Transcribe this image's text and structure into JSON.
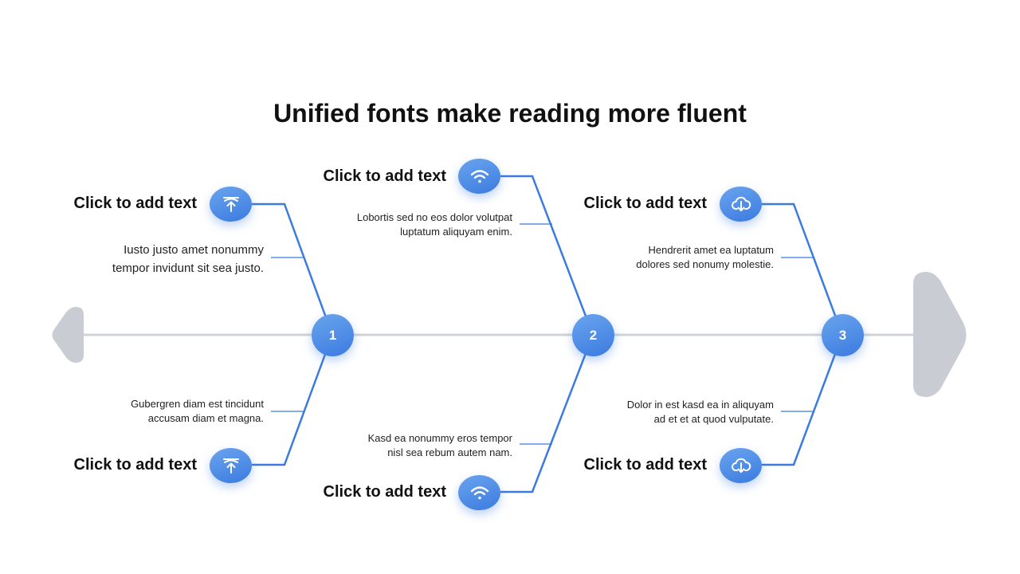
{
  "title": "Unified fonts make reading more fluent",
  "colors": {
    "accent": "#3b7be0",
    "spine": "#d0d4da",
    "arrow": "#c9cdd3",
    "text": "#111111"
  },
  "nodes": [
    {
      "label": "1"
    },
    {
      "label": "2"
    },
    {
      "label": "3"
    }
  ],
  "branches": {
    "top1": {
      "heading": "Click to add text",
      "icon": "upload-icon",
      "lines": [
        "Iusto justo amet nonummy",
        "tempor invidunt sit sea justo."
      ]
    },
    "bottom1": {
      "heading": "Click to add text",
      "icon": "upload-icon",
      "lines": [
        "Gubergren diam est tincidunt",
        "accusam diam et magna."
      ]
    },
    "top2": {
      "heading": "Click to add text",
      "icon": "wifi-icon",
      "lines": [
        "Lobortis sed no eos dolor volutpat",
        "luptatum aliquyam enim."
      ]
    },
    "bottom2": {
      "heading": "Click to add text",
      "icon": "wifi-icon",
      "lines": [
        "Kasd ea nonummy eros tempor",
        "nisl sea rebum autem nam."
      ]
    },
    "top3": {
      "heading": "Click to add text",
      "icon": "cloud-download-icon",
      "lines": [
        "Hendrerit amet ea luptatum",
        "dolores sed nonumy molestie."
      ]
    },
    "bottom3": {
      "heading": "Click to add text",
      "icon": "cloud-download-icon",
      "lines": [
        "Dolor in est kasd ea in aliquyam",
        "ad et et at quod vulputate."
      ]
    }
  }
}
